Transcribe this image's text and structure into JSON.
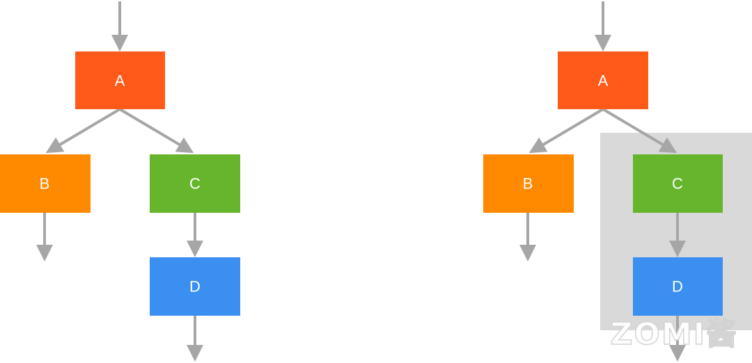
{
  "left_graph": {
    "nodes": {
      "a": {
        "label": "A",
        "color": "#ff5a1a"
      },
      "b": {
        "label": "B",
        "color": "#ff8a00"
      },
      "c": {
        "label": "C",
        "color": "#66b52c"
      },
      "d": {
        "label": "D",
        "color": "#3a8ff0"
      }
    }
  },
  "right_graph": {
    "nodes": {
      "a": {
        "label": "A",
        "color": "#ff5a1a"
      },
      "b": {
        "label": "B",
        "color": "#ff8a00"
      },
      "c": {
        "label": "C",
        "color": "#66b52c"
      },
      "d": {
        "label": "D",
        "color": "#3a8ff0"
      }
    },
    "highlight_color": "#d9d9d9"
  },
  "edge_color": "#a6a6a6",
  "watermark": {
    "text": "ZOMI酱"
  }
}
